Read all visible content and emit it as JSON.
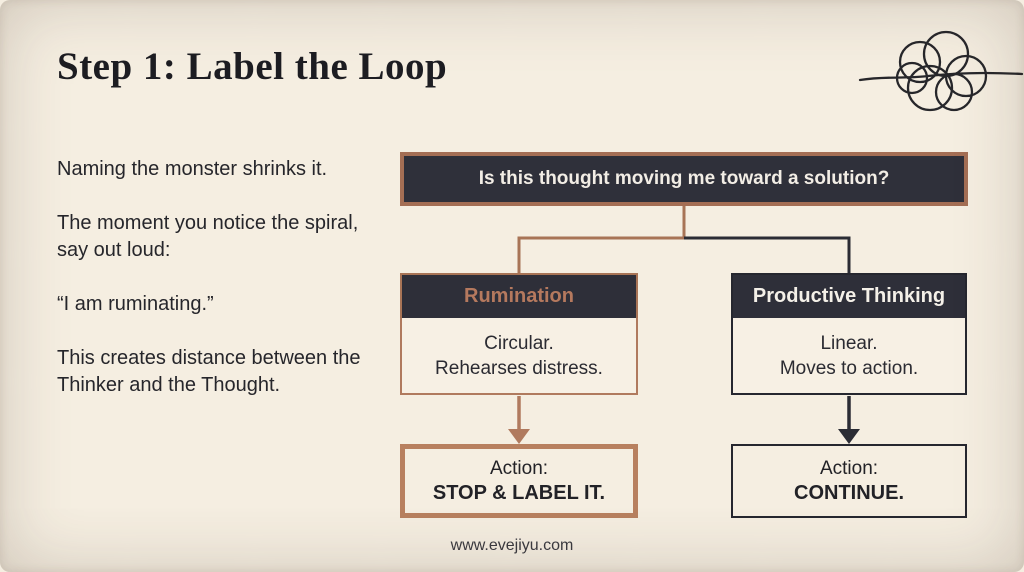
{
  "slide": {
    "title": "Step 1: Label the Loop",
    "footer_url": "www.evejiyu.com",
    "intro": {
      "para1": "Naming the monster shrinks it.",
      "para2": "The moment you notice the spiral, say out loud:",
      "para3": "“I am ruminating.”",
      "para4": "This creates distance between the Thinker and the Thought."
    }
  },
  "flowchart": {
    "question": "Is this thought moving me toward a solution?",
    "branches": [
      {
        "id": "rumination",
        "header": "Rumination",
        "body_line1": "Circular.",
        "body_line2": "Rehearses distress.",
        "action_label": "Action:",
        "action_text": "STOP & LABEL IT.",
        "accent_color": "#ab7156"
      },
      {
        "id": "productive-thinking",
        "header": "Productive Thinking",
        "body_line1": "Linear.",
        "body_line2": "Moves to action.",
        "action_label": "Action:",
        "action_text": "CONTINUE.",
        "accent_color": "#2b2c34"
      }
    ]
  },
  "icons": {
    "scribble": "tangled-thought-scribble"
  },
  "colors": {
    "background": "#f5eee1",
    "panel_dark": "#2f303a",
    "copper": "#a87456",
    "copper_light": "#b8805f",
    "ink": "#26262c",
    "light_text": "#f2ede5"
  }
}
